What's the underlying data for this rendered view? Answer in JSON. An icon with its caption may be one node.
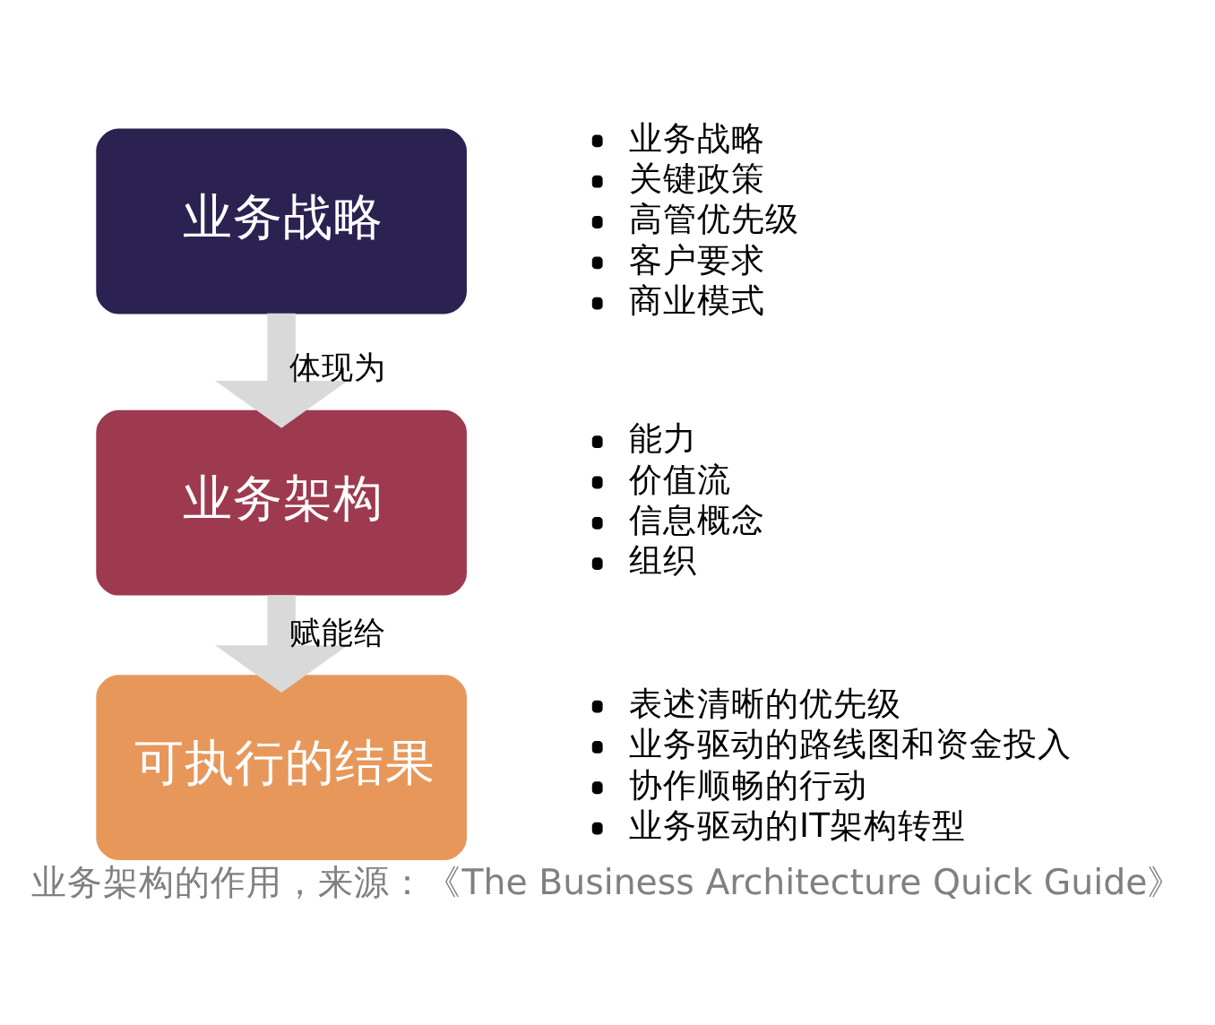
{
  "diagram": {
    "caption": "业务架构的作用，来源：《The Business Architecture Quick Guide》",
    "nodes": [
      {
        "text": [
          "业务战略"
        ],
        "beside": [
          "业务战略",
          "关键政策",
          "高管优先级",
          "客户要求",
          "商业模式"
        ]
      },
      {
        "text": [
          "业务架构"
        ],
        "beside": [
          "能力",
          "价值流",
          "信息概念",
          "组织"
        ]
      },
      {
        "text": [
          "可执行的结果"
        ],
        "beside": [
          "表述清晰的优先级",
          "业务驱动的路线图和资金投入",
          "协作顺畅的行动",
          "业务驱动的IT架构转型"
        ]
      }
    ],
    "edges": [
      {
        "from": 0,
        "to": 1,
        "arrow": "to",
        "label": "体现为"
      },
      {
        "from": 1,
        "to": 2,
        "arrow": "to",
        "label": "赋能给"
      }
    ]
  }
}
